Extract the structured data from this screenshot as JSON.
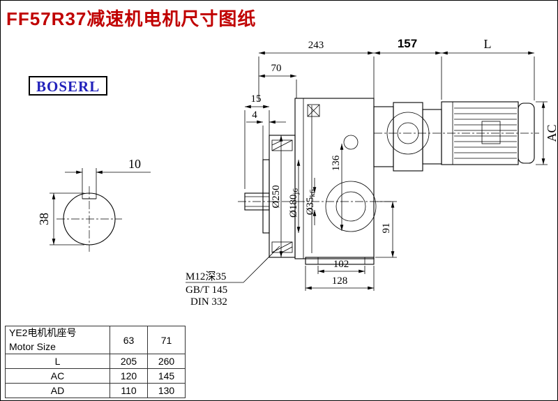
{
  "title": "FF57R37减速机电机尺寸图纸",
  "logo": "BOSERL",
  "drawing": {
    "dims": {
      "d243": "243",
      "d157": "157",
      "dL": "L",
      "d70": "70",
      "d15": "15",
      "d4": "4",
      "d10": "10",
      "d38": "38",
      "d250": "Ø250",
      "d180": "Ø180",
      "d180_fit": "j6",
      "d35": "Ø35",
      "d35_fit": "k6",
      "d136": "136",
      "d91": "91",
      "d102": "102",
      "d128": "128",
      "dAC": "AC"
    },
    "notes": {
      "tap": "M12深35",
      "gb": "GB/T 145",
      "din": "DIN 332"
    }
  },
  "table": {
    "header": {
      "label_cn": "YE2电机机座号",
      "label_en": "Motor Size",
      "col1": "63",
      "col2": "71"
    },
    "rows": [
      {
        "label": "L",
        "col1": "205",
        "col2": "260"
      },
      {
        "label": "AC",
        "col1": "120",
        "col2": "145"
      },
      {
        "label": "AD",
        "col1": "110",
        "col2": "130"
      }
    ]
  }
}
